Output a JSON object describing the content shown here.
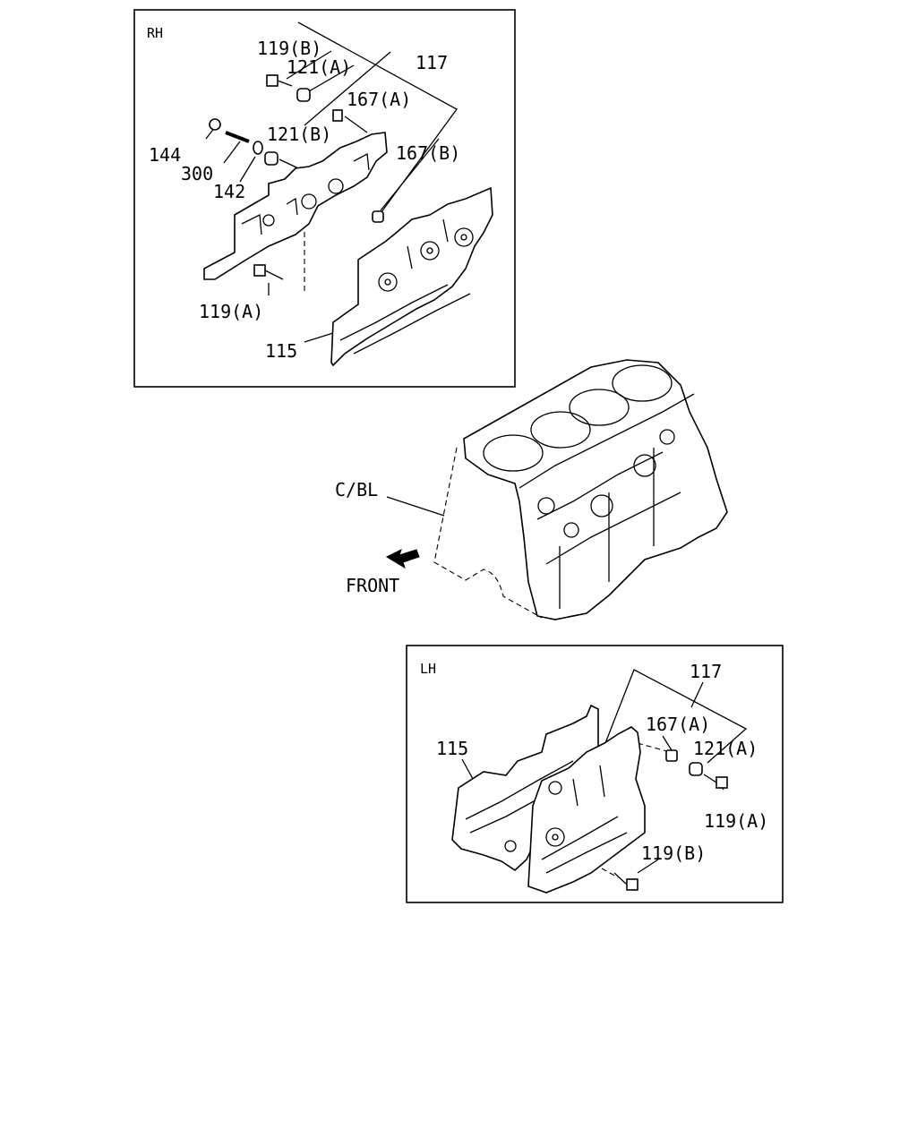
{
  "panels": {
    "rh": {
      "title": "RH"
    },
    "lh": {
      "title": "LH"
    }
  },
  "labels": {
    "rh_119b": "119(B)",
    "rh_121a": "121(A)",
    "rh_117": "117",
    "rh_167a": "167(A)",
    "rh_121b": "121(B)",
    "rh_167b": "167(B)",
    "rh_144": "144",
    "rh_300": "300",
    "rh_142": "142",
    "rh_119a": "119(A)",
    "rh_115": "115",
    "cbl": "C/BL",
    "front": "FRONT",
    "lh_117": "117",
    "lh_167a": "167(A)",
    "lh_121a": "121(A)",
    "lh_115": "115",
    "lh_119a": "119(A)",
    "lh_119b": "119(B)"
  }
}
